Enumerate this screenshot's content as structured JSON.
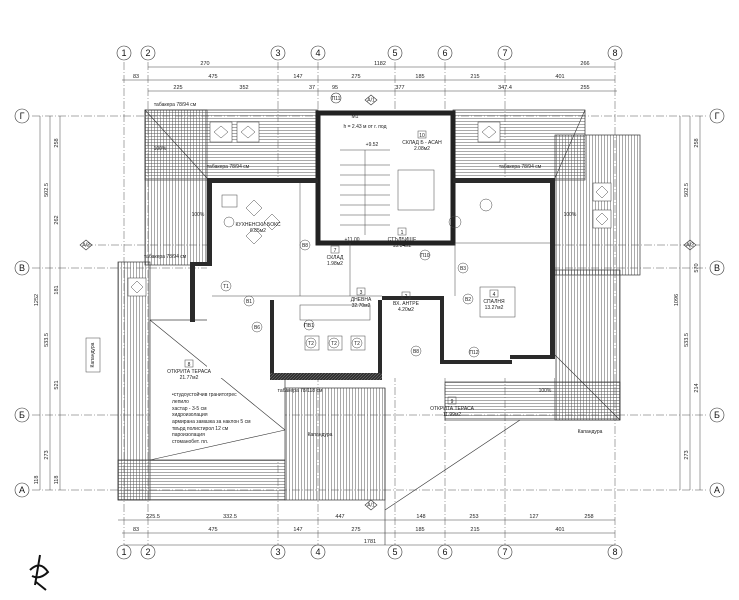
{
  "grid": {
    "columns": [
      "1",
      "2",
      "3",
      "4",
      "5",
      "6",
      "7",
      "8"
    ],
    "rows": [
      "Г",
      "В",
      "Б",
      "А"
    ]
  },
  "dims": {
    "top_row1": [
      "270",
      "1182",
      "266"
    ],
    "top_row2": [
      "83",
      "475",
      "147",
      "275",
      "185",
      "215",
      "401"
    ],
    "top_row3": [
      "225",
      "352",
      "37",
      "95",
      "377",
      "347.4",
      "255"
    ],
    "bottom_row1": [
      "225.5",
      "332.5",
      "447",
      "148",
      "253",
      "127",
      "258"
    ],
    "bottom_row2": [
      "83",
      "475",
      "147",
      "275",
      "185",
      "215",
      "401"
    ],
    "bottom_total": "1781",
    "left_outer": "1252",
    "left_mid": [
      "502.5",
      "533.5",
      "273"
    ],
    "left_inner": [
      "258",
      "262",
      "181",
      "521",
      "118",
      "118"
    ],
    "right_outer": "1096",
    "right_mid": [
      "502.5",
      "533.5",
      "273"
    ],
    "right_inner": [
      "258",
      "570",
      "214"
    ]
  },
  "annotations": {
    "skylight_top_left": "табакера 78/94 см",
    "skylight_mid_left": "табакера 78/94 см",
    "skylight_right": "табакера 78/94 см",
    "skylight_left_wing": "табакера 78/94 см",
    "skylight_bottom": "табакера 78/118 см",
    "stair_note": "h = 2.43 м от г. под",
    "level_top": "+9.52",
    "level_mid": "+11.00",
    "slope1": "100%",
    "slope2": "100%",
    "slope3": "100%",
    "slope4": "100%",
    "gutter_left": "Капандура",
    "gutter_bottom": "Капандура",
    "gutter_right": "Капандура",
    "section_top": "A/1",
    "section_bottom": "A/1",
    "section_left": "A/2",
    "section_right": "A/2",
    "callout_top": "П11",
    "layers": [
      "•студоустойчив гранитогрес",
      "лепило",
      "хастар - 3-5 см",
      "хидроизолация",
      "армирана замазка за наклон 5 см",
      "твърд полистирол 12 см",
      "пароизолация",
      "стоманобет. пл."
    ]
  },
  "rooms": [
    {
      "num": "1",
      "name": "СТЪЛБИЩЕ",
      "area": "13.84м2"
    },
    {
      "num": "2",
      "name": "ВХ. АНТРЕ",
      "area": "4.20м2"
    },
    {
      "num": "3",
      "name": "ДНЕВНА",
      "area": "32.70м2"
    },
    {
      "num": "4",
      "name": "СПАЛНЯ",
      "area": "13.27м2"
    },
    {
      "num": "5",
      "name": "КУХНЕНСКИ БОКС",
      "area": "6.85м2"
    },
    {
      "num": "7",
      "name": "СКЛАД",
      "area": "1.98м2"
    },
    {
      "num": "8",
      "name": "ОТКРИТА ТЕРАСА",
      "area": "21.77м2"
    },
    {
      "num": "9",
      "name": "ОТКРИТА ТЕРАСА",
      "area": "11.99м2"
    },
    {
      "num": "10",
      "name": "СКЛАД Б - АСАН",
      "area": "2.08м2"
    }
  ],
  "tags": [
    "Т1",
    "Т2",
    "Т2",
    "Т2",
    "В1",
    "В2",
    "В3",
    "В6",
    "В8",
    "В8",
    "П12",
    "П10",
    "ПВ1",
    "М1"
  ]
}
